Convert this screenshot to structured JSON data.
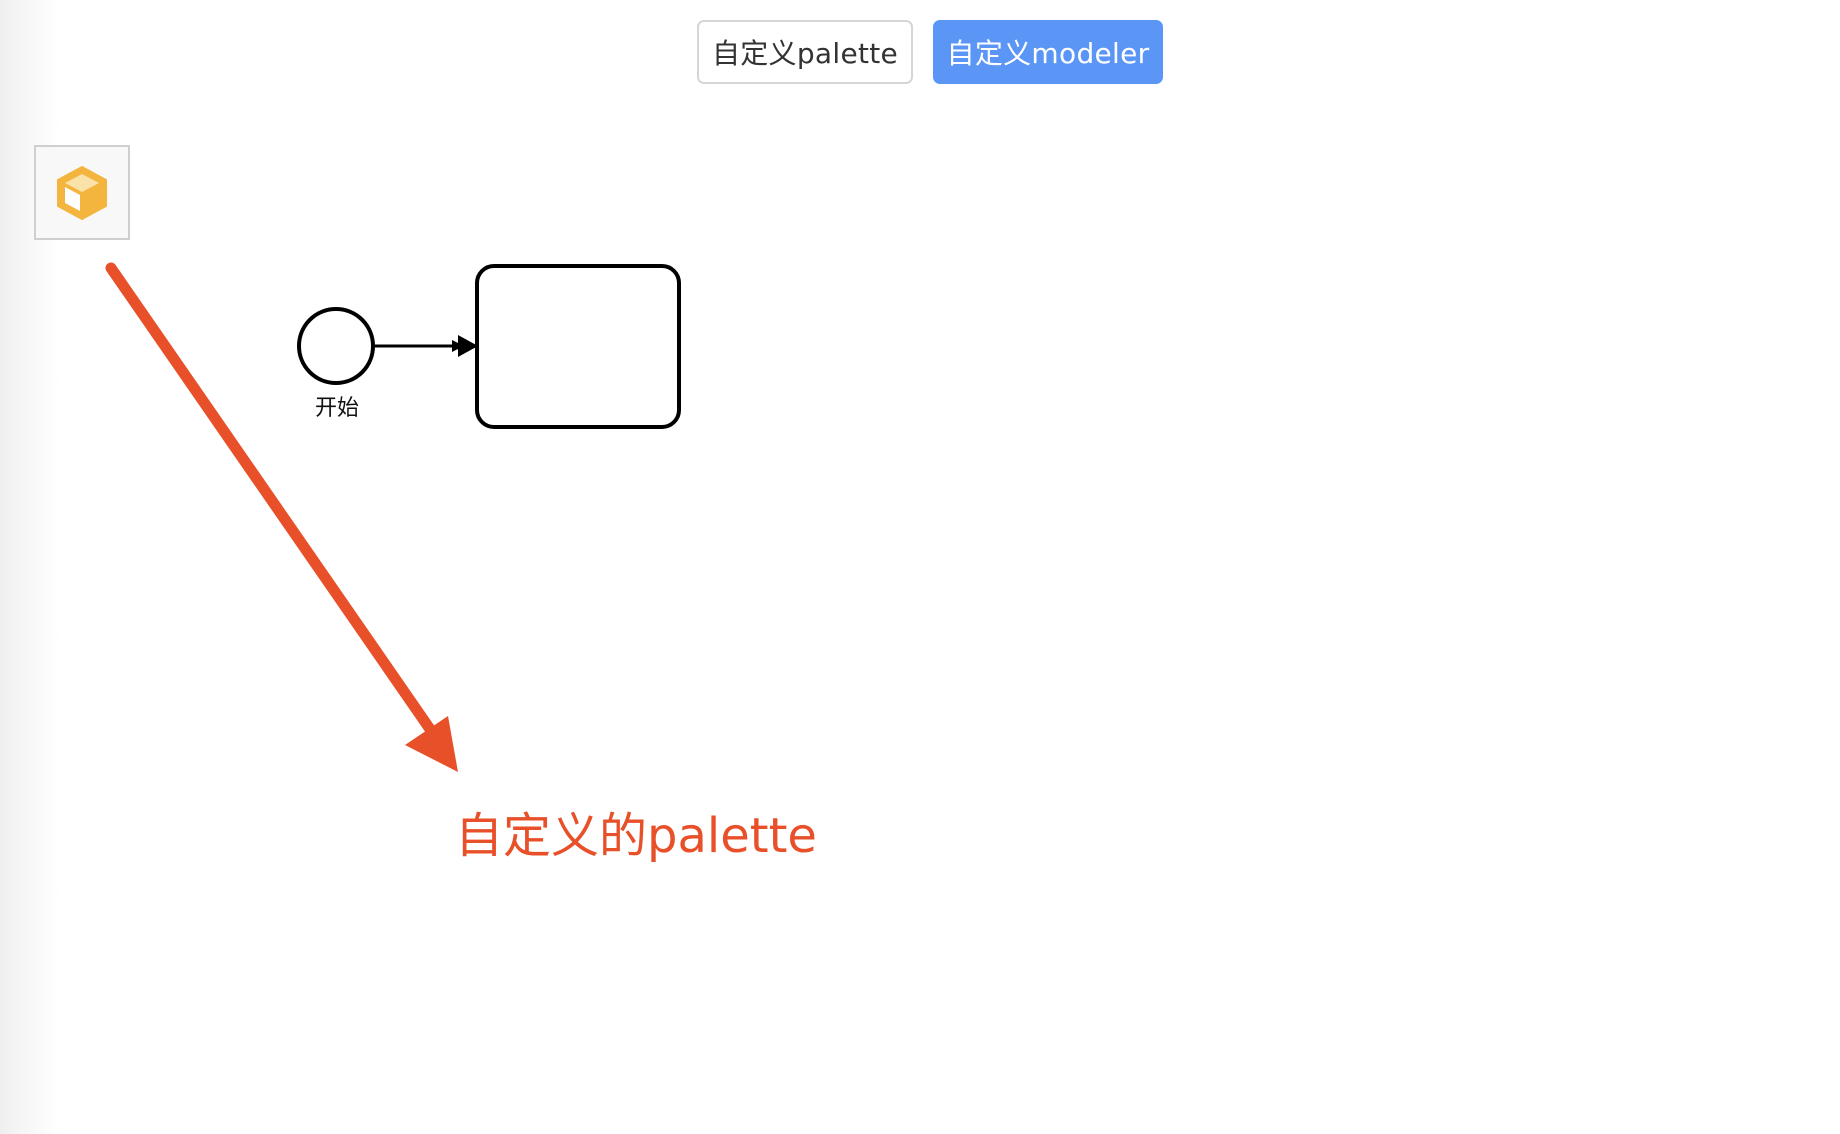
{
  "toolbar": {
    "palette_button_label": "自定义palette",
    "modeler_button_label": "自定义modeler"
  },
  "palette": {
    "entry_icon": "cube-icon",
    "entry_color": "#f4b53f"
  },
  "diagram": {
    "start_event_label": "开始"
  },
  "annotation": {
    "text": "自定义的palette",
    "color": "#e8502a"
  },
  "colors": {
    "primary_button": "#5b96f6",
    "arrow": "#e8502a"
  }
}
